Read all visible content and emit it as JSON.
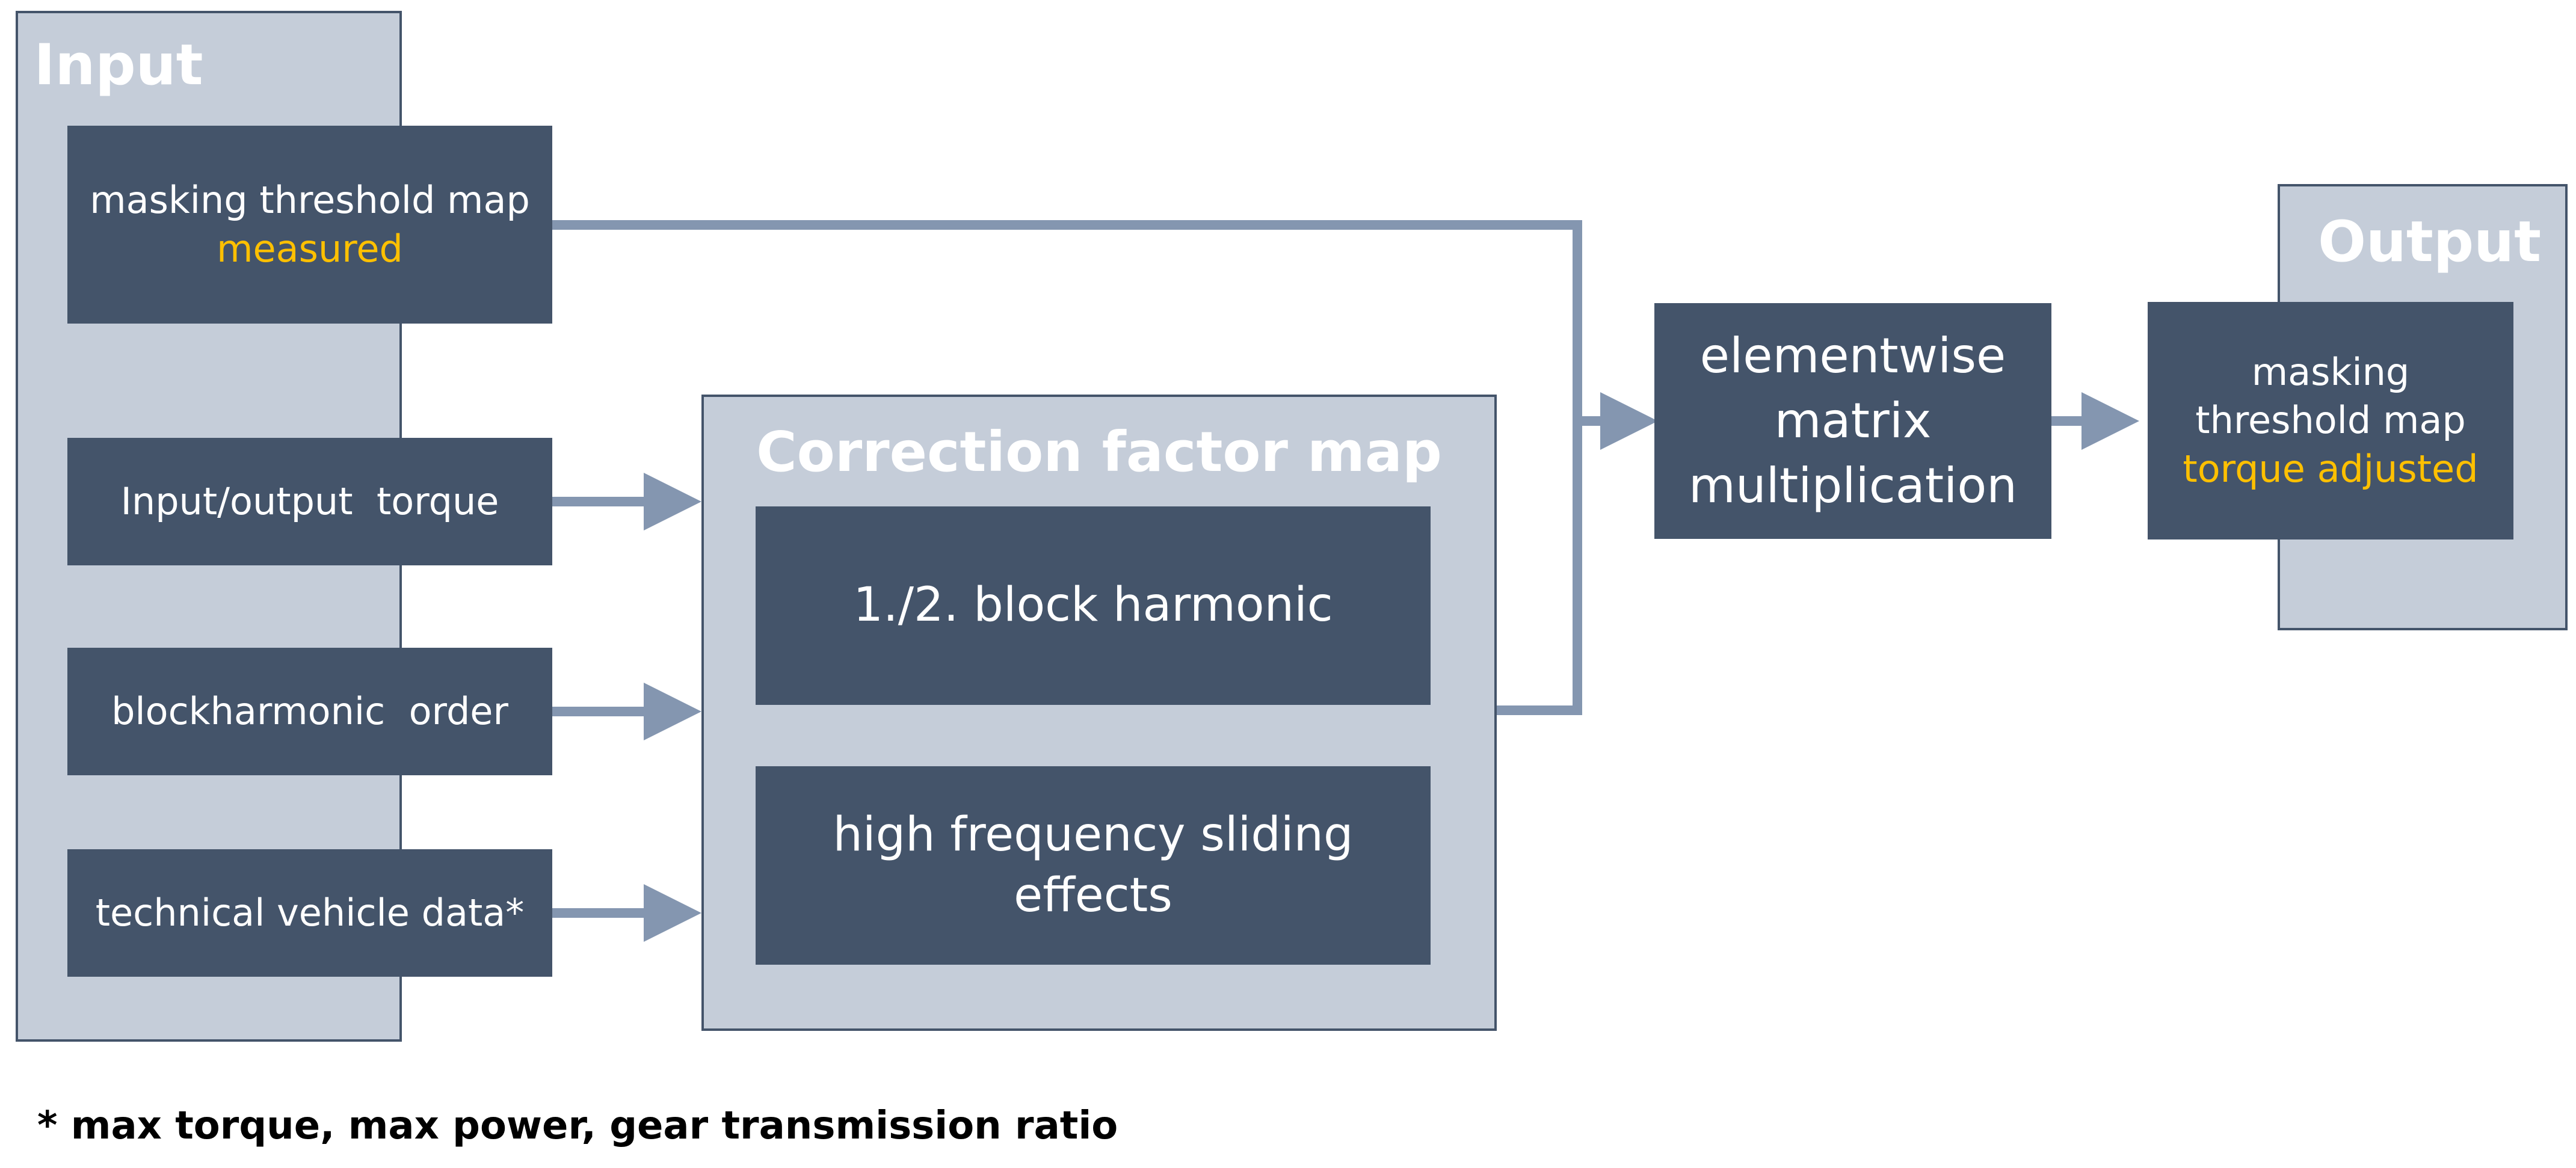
{
  "input_panel": {
    "title": "Input",
    "items": [
      {
        "line1": "masking threshold map",
        "line2": "measured"
      },
      {
        "line1": "Input/output  torque"
      },
      {
        "line1": "blockharmonic  order"
      },
      {
        "line1": "technical vehicle data*"
      }
    ]
  },
  "correction_panel": {
    "title": "Correction factor map",
    "items": [
      "1./2. block harmonic",
      "high frequency sliding effects"
    ]
  },
  "operation": {
    "line1": "elementwise",
    "line2": "matrix",
    "line3": "multiplication"
  },
  "output_panel": {
    "title": "Output",
    "item": {
      "line1": "masking",
      "line2": "threshold map",
      "line3": "torque adjusted"
    }
  },
  "footnote": "* max torque, max power, gear transmission ratio",
  "colors": {
    "panel_fill": "#c5cdd9",
    "box_fill": "#44546a",
    "connector": "#8496b0",
    "accent": "#ffc000"
  }
}
